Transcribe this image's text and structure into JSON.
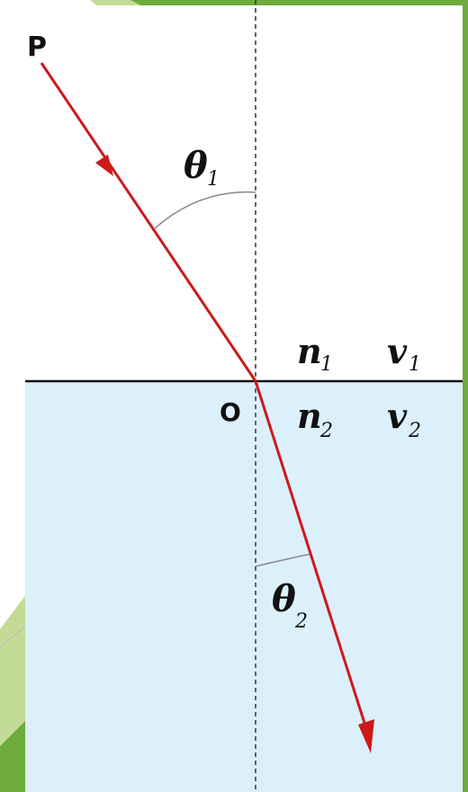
{
  "colors": {
    "medium_top": "#ffffff",
    "medium_bottom": "#dcf0fc",
    "ray": "#cc1a1a",
    "normal": "#333333",
    "interface": "#111111",
    "arc": "#888888",
    "slide_green": "#6dab3c",
    "slide_light_green": "#c3dc95"
  },
  "labels": {
    "point_p": "P",
    "point_o": "O",
    "theta": "θ",
    "sub_1": "1",
    "sub_2": "2",
    "n": "n",
    "v": "v"
  },
  "icons": [
    "incident-arrow-icon",
    "refracted-arrow-icon"
  ]
}
